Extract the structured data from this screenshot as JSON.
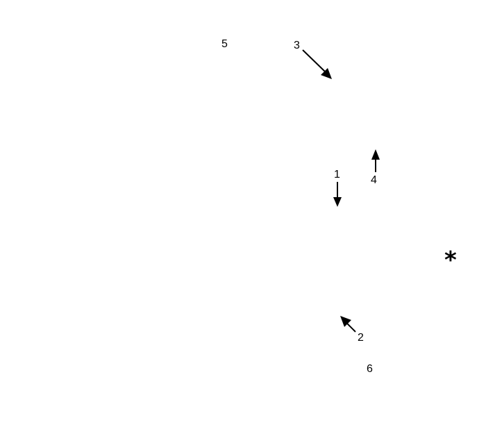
{
  "labels": {
    "one": "1",
    "two": "2",
    "three": "3",
    "four": "4",
    "five": "5",
    "six": "6"
  },
  "marker": {
    "symbol": "*",
    "icon": "asterisk-icon"
  },
  "arrows": [
    {
      "id": "arrow-1",
      "direction": "down"
    },
    {
      "id": "arrow-2",
      "direction": "up-left"
    },
    {
      "id": "arrow-3",
      "direction": "down-right"
    },
    {
      "id": "arrow-4",
      "direction": "up"
    }
  ],
  "colors": {
    "ink": "#000000",
    "background": "#ffffff"
  }
}
